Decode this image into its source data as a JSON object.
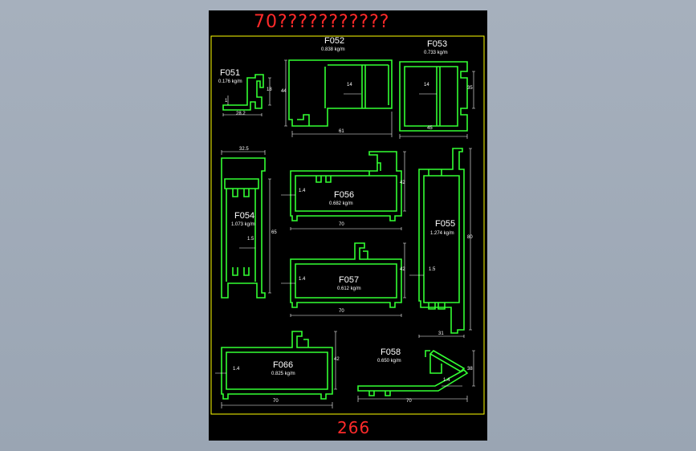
{
  "sheet": {
    "title": "70???????????",
    "page_number": "266"
  },
  "colors": {
    "background": "#9ea9b7",
    "sheet": "#000000",
    "frame": "#ffff00",
    "profile": "#33ff33",
    "dimension": "#ffffff",
    "title": "#ff2a2a"
  },
  "profiles": [
    {
      "code": "F051",
      "weight": "0.176 kg/m",
      "dims": [
        "28.2",
        "18",
        "1"
      ]
    },
    {
      "code": "F052",
      "weight": "0.838 kg/m",
      "dims": [
        "44",
        "14",
        "61"
      ]
    },
    {
      "code": "F053",
      "weight": "0.733 kg/m",
      "dims": [
        "14",
        "35",
        "45"
      ]
    },
    {
      "code": "F054",
      "weight": "1.073 kg/m",
      "dims": [
        "32.5",
        "1.5",
        "65"
      ]
    },
    {
      "code": "F056",
      "weight": "0.682 kg/m",
      "dims": [
        "1.4",
        "42",
        "70"
      ]
    },
    {
      "code": "F055",
      "weight": "1.274 kg/m",
      "dims": [
        "80",
        "1.5",
        "31"
      ]
    },
    {
      "code": "F057",
      "weight": "0.612 kg/m",
      "dims": [
        "1.4",
        "42",
        "70"
      ]
    },
    {
      "code": "F066",
      "weight": "0.825 kg/m",
      "dims": [
        "1.4",
        "42",
        "70"
      ]
    },
    {
      "code": "F058",
      "weight": "0.650 kg/m",
      "dims": [
        "38",
        "1.4",
        "70"
      ]
    }
  ]
}
